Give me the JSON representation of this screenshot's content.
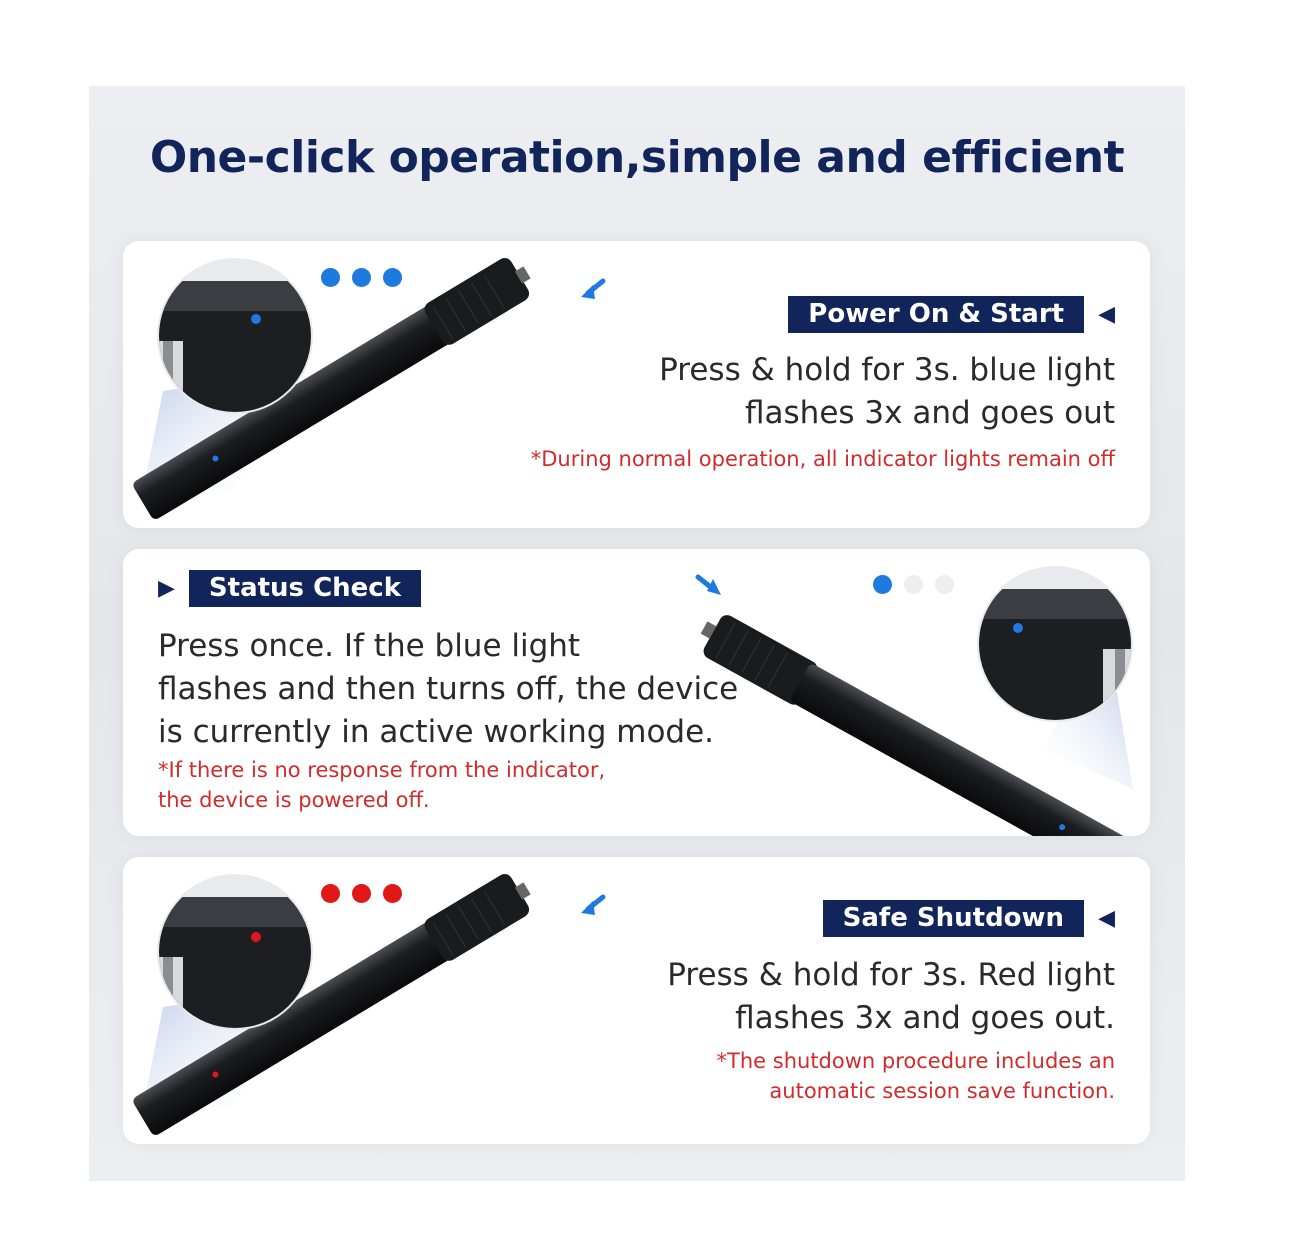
{
  "title": "One-click operation,simple and efficient",
  "colors": {
    "navy": "#12255a",
    "blue_light": "#1f7ae0",
    "red_light": "#e01818",
    "note_red": "#d12b2b"
  },
  "cards": [
    {
      "tag": "Power On & Start",
      "desc": [
        "Press & hold for 3s. blue light",
        "flashes 3x and goes out"
      ],
      "note": [
        "*During normal operation, all indicator lights remain off"
      ],
      "indicator": "three-blue-dots",
      "icon": "pen-device-icon"
    },
    {
      "tag": "Status Check",
      "desc": [
        "Press once. If the blue light",
        "flashes and then turns off, the device",
        "is currently in active working mode."
      ],
      "note": [
        "*If there is no response from the indicator,",
        "the device is powered off."
      ],
      "indicator": "one-blue-dot",
      "icon": "pen-device-icon"
    },
    {
      "tag": "Safe Shutdown",
      "desc": [
        "Press & hold for 3s. Red light",
        "flashes 3x and goes out."
      ],
      "note": [
        "*The shutdown procedure includes an",
        "automatic session save function."
      ],
      "indicator": "three-red-dots",
      "icon": "pen-device-icon"
    }
  ]
}
